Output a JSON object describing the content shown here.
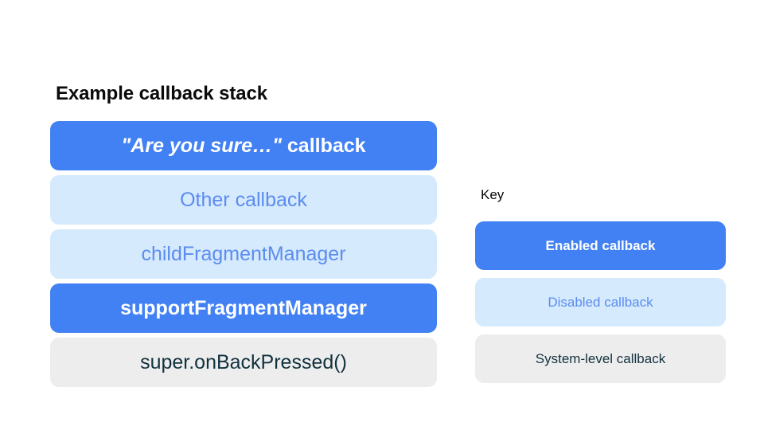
{
  "stack": {
    "title": "Example callback stack",
    "rows": [
      {
        "label": "\"Are you sure…\" callback",
        "emphasis": "\"Are you sure…\"",
        "tail": " callback",
        "state": "enabled"
      },
      {
        "label": "Other callback",
        "state": "disabled"
      },
      {
        "label": "childFragmentManager",
        "state": "disabled"
      },
      {
        "label": "supportFragmentManager",
        "state": "enabled"
      },
      {
        "label": "super.onBackPressed()",
        "state": "system"
      }
    ]
  },
  "key": {
    "title": "Key",
    "items": [
      {
        "label": "Enabled callback",
        "state": "enabled"
      },
      {
        "label": "Disabled callback",
        "state": "disabled"
      },
      {
        "label": "System-level callback",
        "state": "system"
      }
    ]
  },
  "colors": {
    "background": "#ffffff",
    "enabled_fill": "#4281f4",
    "enabled_text": "#ffffff",
    "disabled_fill": "#d6eafd",
    "disabled_text": "#5b8cf0",
    "system_fill": "#ededed",
    "system_text": "#12323f",
    "title_text": "#0a0a0a"
  }
}
